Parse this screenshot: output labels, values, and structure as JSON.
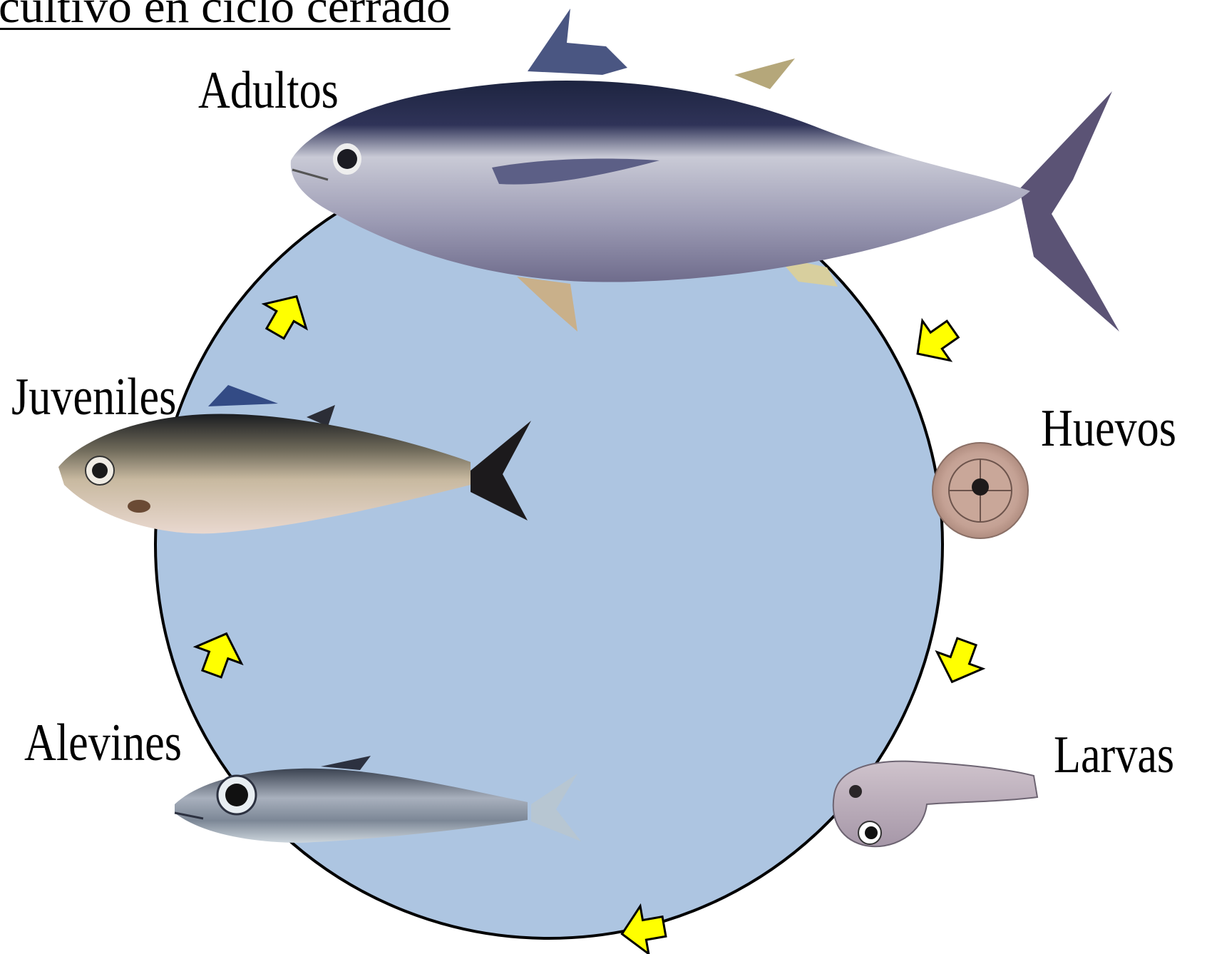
{
  "title": "cultivo en ciclo cerrado",
  "stages": {
    "adultos": "Adultos",
    "huevos": "Huevos",
    "larvas": "Larvas",
    "alevines": "Alevines",
    "juveniles": "Juveniles"
  },
  "colors": {
    "circle_fill": "#adc5e1",
    "circle_stroke": "#000000",
    "arrow_fill": "#ffff00",
    "arrow_stroke": "#000000"
  }
}
